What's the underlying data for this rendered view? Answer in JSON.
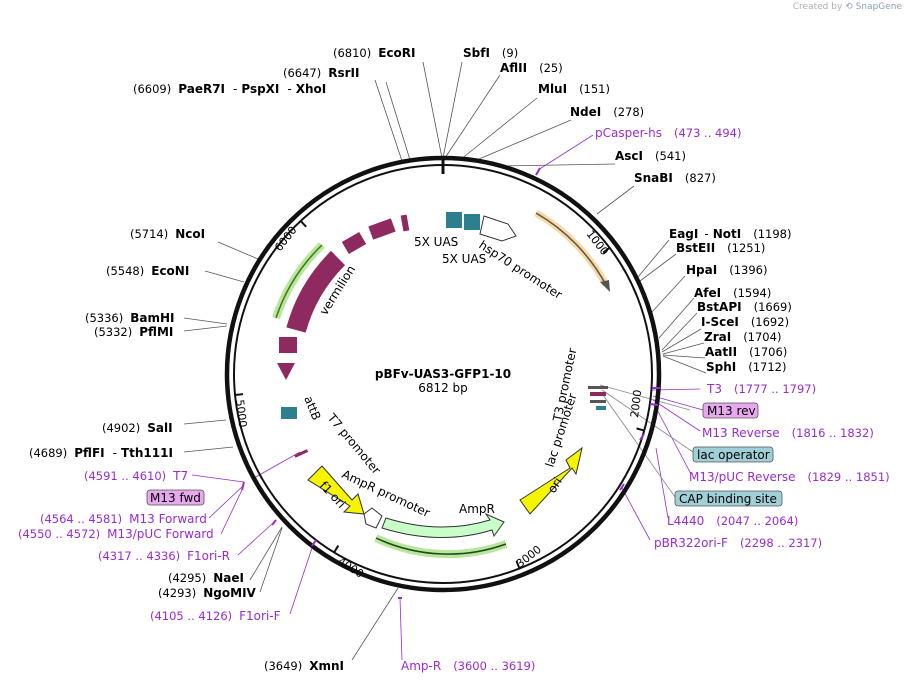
{
  "credit": {
    "prefix": "Created by",
    "brand": "SnapGene"
  },
  "plasmid": {
    "name": "pBFv-UAS3-GFP1-10",
    "size": "6812 bp"
  },
  "ticks": [
    "1000",
    "2000",
    "3000",
    "4000",
    "5000",
    "6000"
  ],
  "colors": {
    "vermilion": "#8e2a5f",
    "uas": "#2b7f8e",
    "ori": "#f5f500",
    "ampr": "#c8ffc8",
    "primer": "#9a2bd0",
    "orange_arrow": "#f2b24a",
    "green_glow": "#7fd04a"
  },
  "sites": {
    "ecori": {
      "name": "EcoRI",
      "pos": "(6810)"
    },
    "sbfi": {
      "name": "SbfI",
      "pos": "(9)"
    },
    "aflii": {
      "name": "AflII",
      "pos": "(25)"
    },
    "mlui": {
      "name": "MluI",
      "pos": "(151)"
    },
    "ndei": {
      "name": "NdeI",
      "pos": "(278)"
    },
    "asci": {
      "name": "AscI",
      "pos": "(541)"
    },
    "snabi": {
      "name": "SnaBI",
      "pos": "(827)"
    },
    "eagi": {
      "name": "EagI",
      "sep": "-",
      "name2": "NotI",
      "pos": "(1198)"
    },
    "bsteii": {
      "name": "BstEII",
      "pos": "(1251)"
    },
    "hpai": {
      "name": "HpaI",
      "pos": "(1396)"
    },
    "afei": {
      "name": "AfeI",
      "pos": "(1594)"
    },
    "bstapi": {
      "name": "BstAPI",
      "pos": "(1669)"
    },
    "iscei": {
      "name": "I-SceI",
      "pos": "(1692)"
    },
    "zrai": {
      "name": "ZraI",
      "pos": "(1704)"
    },
    "aatii": {
      "name": "AatII",
      "pos": "(1706)"
    },
    "sphi": {
      "name": "SphI",
      "pos": "(1712)"
    },
    "rsrii": {
      "name": "RsrII",
      "pos": "(6647)"
    },
    "paer7i": {
      "name": "PaeR7I",
      "sep": "-",
      "name2": "PspXI",
      "sep2": "-",
      "name3": "XhoI",
      "pos": "(6609)"
    },
    "ncoi": {
      "name": "NcoI",
      "pos": "(5714)"
    },
    "econi": {
      "name": "EcoNI",
      "pos": "(5548)"
    },
    "bamhi": {
      "name": "BamHI",
      "pos": "(5336)"
    },
    "pflmi": {
      "name": "PflMI",
      "pos": "(5332)"
    },
    "sali": {
      "name": "SalI",
      "pos": "(4902)"
    },
    "pflfi": {
      "name": "PflFI",
      "sep": "-",
      "name2": "Tth111I",
      "pos": "(4689)"
    },
    "naei": {
      "name": "NaeI",
      "pos": "(4295)"
    },
    "ngomiv": {
      "name": "NgoMIV",
      "pos": "(4293)"
    },
    "xmni": {
      "name": "XmnI",
      "pos": "(3649)"
    }
  },
  "primers": {
    "pcasper": {
      "name": "pCasper-hs",
      "pos": "(473 .. 494)"
    },
    "t3": {
      "name": "T3",
      "pos": "(1777 .. 1797)"
    },
    "m13rev_box": {
      "name": "M13 rev"
    },
    "m13reverse": {
      "name": "M13 Reverse",
      "pos": "(1816 .. 1832)"
    },
    "lacop_box": {
      "name": "lac operator"
    },
    "m13pucrev": {
      "name": "M13/pUC Reverse",
      "pos": "(1829 .. 1851)"
    },
    "cap_box": {
      "name": "CAP binding site"
    },
    "l4440": {
      "name": "L4440",
      "pos": "(2047 .. 2064)"
    },
    "pbr322": {
      "name": "pBR322ori-F",
      "pos": "(2298 .. 2317)"
    },
    "t7": {
      "name": "T7",
      "pos": "(4591 .. 4610)"
    },
    "m13fwd_box": {
      "name": "M13 fwd"
    },
    "m13forward": {
      "name": "M13 Forward",
      "pos": "(4564 .. 4581)"
    },
    "m13pucfwd": {
      "name": "M13/pUC Forward",
      "pos": "(4550 .. 4572)"
    },
    "f1orir": {
      "name": "F1ori-R",
      "pos": "(4317 .. 4336)"
    },
    "f1orif": {
      "name": "F1ori-F",
      "pos": "(4105 .. 4126)"
    },
    "ampr_primer": {
      "name": "Amp-R",
      "pos": "(3600 .. 3619)"
    }
  },
  "features": {
    "uas1": "5X UAS",
    "uas2": "5X UAS",
    "hsp70": "hsp70 promoter",
    "vermilion": "vermilion",
    "t3prom": "T3 promoter",
    "lacprom": "lac promoter",
    "ori": "ori",
    "ampr": "AmpR",
    "amprprom": "AmpR promoter",
    "f1ori": "f1 ori",
    "t7prom": "T7 promoter",
    "attb": "attB"
  }
}
